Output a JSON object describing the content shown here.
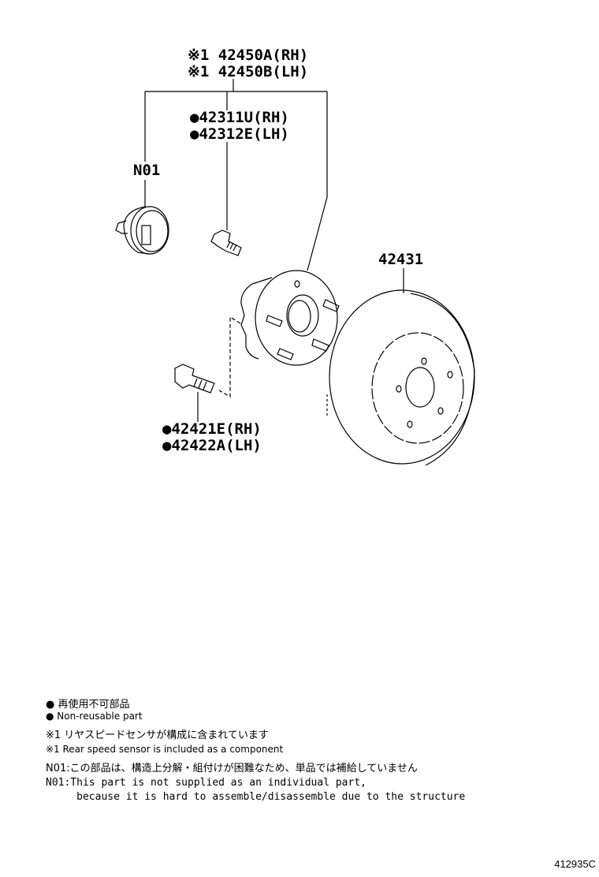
{
  "labels": {
    "hub_rh": "※1 42450A(RH)",
    "hub_lh": "※1 42450B(LH)",
    "sensor": "N01",
    "hubbolt_rh": "●42311U(RH)",
    "hubbolt_lh": "●42312E(LH)",
    "bolt_rh": "●42421E(RH)",
    "bolt_lh": "●42422A(LH)",
    "rotor": "42431"
  },
  "notes": [
    "● 再使用不可部品",
    "● Non-reusable part",
    "※1 リヤスピードセンサが構成に含まれています",
    "※1 Rear speed sensor is included as a component",
    "N01:この部品は、構造上分解・組付けが困難なため、単品では補給していません",
    "N01:This part is not supplied as an individual part,",
    "     because it is hard to assemble/disassemble due to the structure"
  ],
  "illustration_code": "412935C"
}
